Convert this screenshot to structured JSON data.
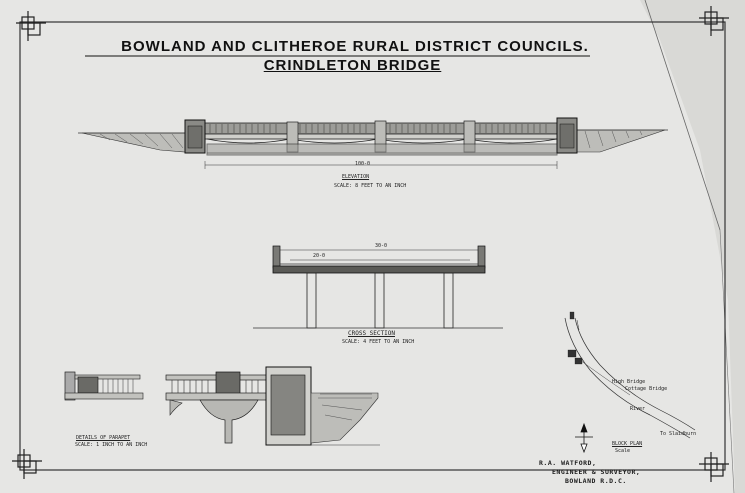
{
  "header": {
    "title": "BOWLAND AND CLITHEROE RURAL DISTRICT COUNCILS.",
    "subtitle": "CRINDLETON BRIDGE"
  },
  "elevation": {
    "span_dim": "100-0",
    "caption": "ELEVATION",
    "scale": "SCALE: 8 FEET TO AN INCH"
  },
  "cross_section": {
    "overall_dim": "30-0",
    "roadway_dim": "20-0",
    "caption": "CROSS SECTION",
    "scale": "SCALE: 4 FEET TO AN INCH"
  },
  "parapet_detail": {
    "caption": "DETAILS OF PARAPET",
    "scale": "SCALE: 1 INCH TO AN INCH"
  },
  "block_plan": {
    "caption": "BLOCK PLAN",
    "scale": "Scale",
    "labels": [
      "High Bridge",
      "Cottage Bridge",
      "River",
      "To Slaidburn"
    ]
  },
  "signature": {
    "line1": "R.A. WATFORD,",
    "line2": "ENGINEER & SURVEYOR,",
    "line3": "BOWLAND  R.D.C."
  },
  "colors": {
    "paper": "#e6e6e4",
    "ink": "#1a1a1a",
    "background": "#1a1a1a"
  }
}
